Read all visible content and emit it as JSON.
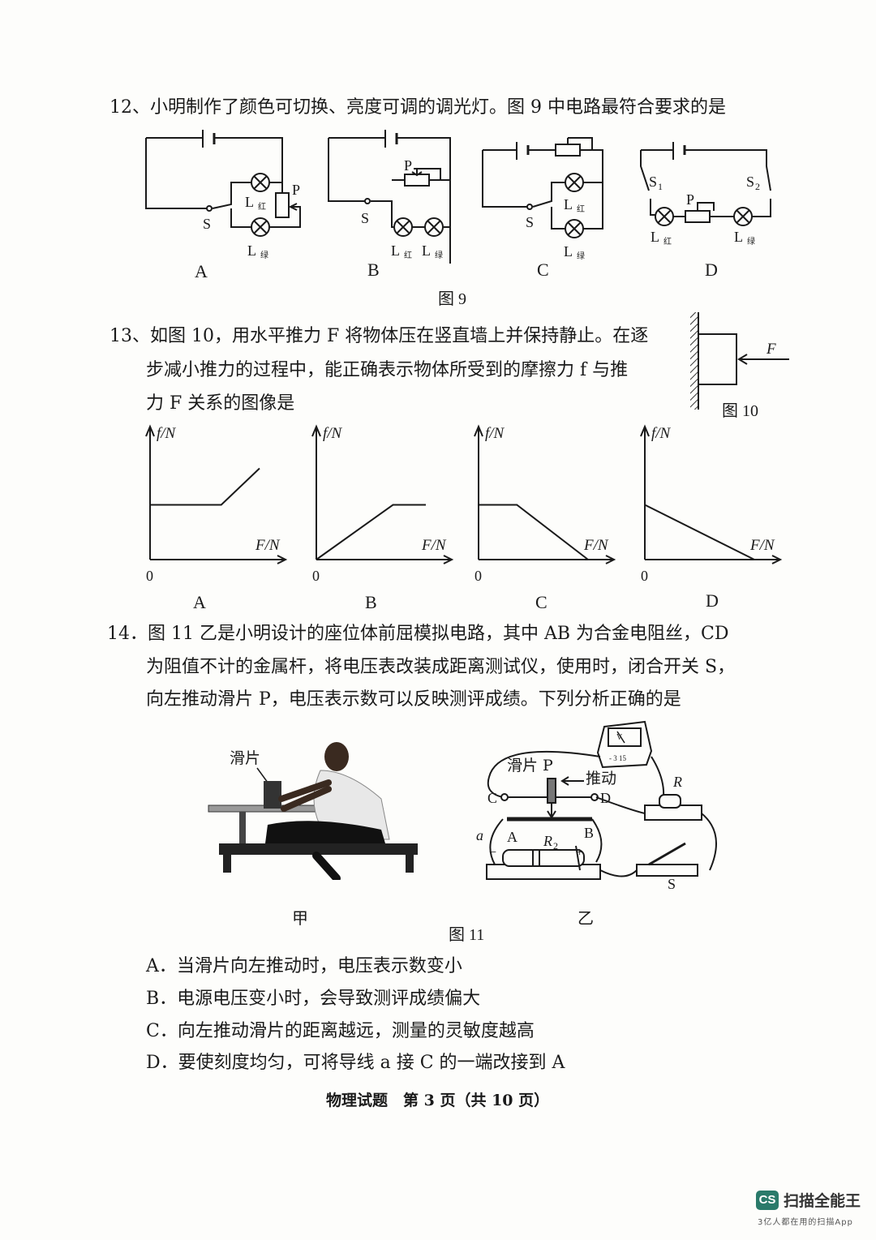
{
  "q12": {
    "text": "12、小明制作了颜色可切换、亮度可调的调光灯。图 9 中电路最符合要求的是",
    "figure": "图 9",
    "options": [
      "A",
      "B",
      "C",
      "D"
    ],
    "labels": {
      "s": "S",
      "s1": "S",
      "s1_sub": "1",
      "s2": "S",
      "s2_sub": "2",
      "p": "P",
      "l": "L",
      "red": "红",
      "green": "绿"
    }
  },
  "q13": {
    "lines": [
      "13、如图 10，用水平推力 F 将物体压在竖直墙上并保持静止。在逐",
      "步减小推力的过程中，能正确表示物体所受到的摩擦力 f 与推",
      "力 F 关系的图像是"
    ],
    "figure": "图 10",
    "force": "F",
    "ylabel": "f/N",
    "xlabel": "F/N",
    "origin": "0",
    "options": [
      "A",
      "B",
      "C",
      "D"
    ]
  },
  "chart_data": [
    {
      "type": "line",
      "option": "A",
      "ylabel": "f/N",
      "xlabel": "F/N",
      "x": [
        0,
        0.65,
        1.0
      ],
      "y": [
        0.45,
        0.45,
        0.75
      ]
    },
    {
      "type": "line",
      "option": "B",
      "ylabel": "f/N",
      "xlabel": "F/N",
      "x": [
        0,
        0.7,
        1.0
      ],
      "y": [
        0,
        0.45,
        0.45
      ]
    },
    {
      "type": "line",
      "option": "C",
      "ylabel": "f/N",
      "xlabel": "F/N",
      "x": [
        0,
        0.35,
        1.0
      ],
      "y": [
        0.45,
        0.45,
        0
      ]
    },
    {
      "type": "line",
      "option": "D",
      "ylabel": "f/N",
      "xlabel": "F/N",
      "x": [
        0,
        1.0
      ],
      "y": [
        0.45,
        0
      ]
    }
  ],
  "q14": {
    "lines": [
      "14．图 11 乙是小明设计的座位体前屈模拟电路，其中 AB 为合金电阻丝，CD",
      "为阻值不计的金属杆，将电压表改装成距离测试仪，使用时，闭合开关 S，",
      "向左推动滑片 P，电压表示数可以反映测评成绩。下列分析正确的是"
    ],
    "figure": "图 11",
    "sub_left": "甲",
    "sub_right": "乙",
    "slider": "滑片",
    "slider_p": "滑片 P",
    "push": "推动",
    "labels": {
      "c": "C",
      "d": "D",
      "a": "A",
      "b": "B",
      "wire_a": "a",
      "r2": "R",
      "r2_sub": "2",
      "r": "R",
      "s": "S",
      "minus": "−",
      "plus": "+",
      "meter_v": "V",
      "meter_scale": "- 3 15"
    },
    "choices": [
      "A．当滑片向左推动时，电压表示数变小",
      "B．电源电压变小时，会导致测评成绩偏大",
      "C．向左推动滑片的距离越远，测量的灵敏度越高",
      "D．要使刻度均匀，可将导线 a 接 C 的一端改接到 A"
    ]
  },
  "footer": "物理试题　第 3 页（共 10 页）",
  "watermark": {
    "badge": "CS",
    "name": "扫描全能王",
    "tag": "3亿人都在用的扫描App"
  }
}
